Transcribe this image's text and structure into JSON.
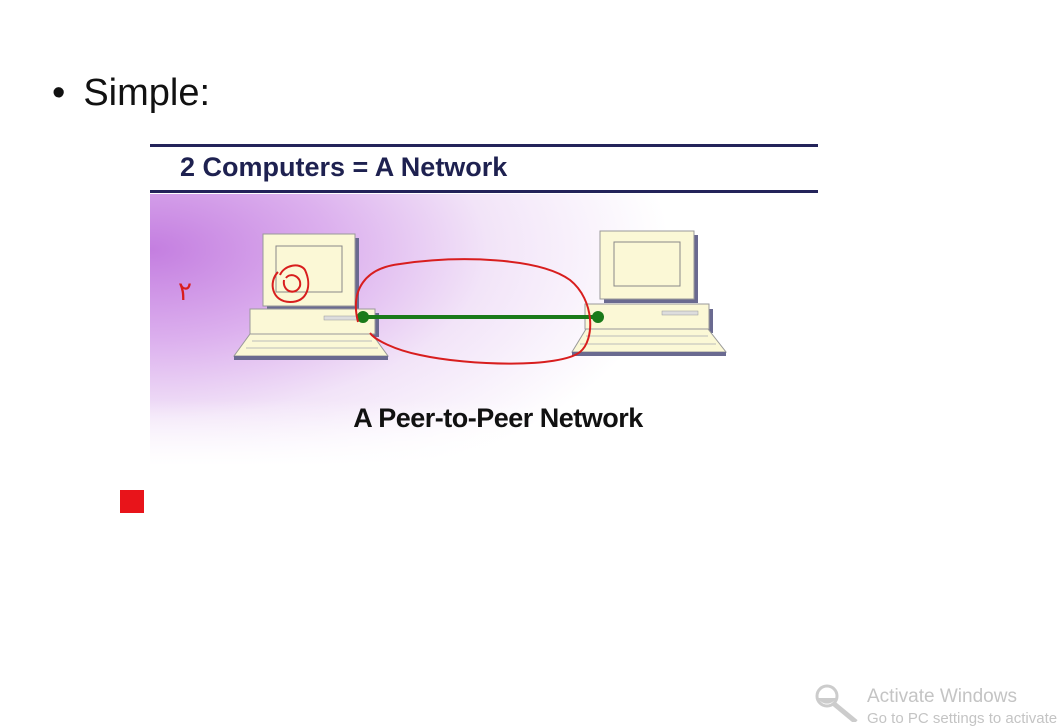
{
  "bullet": {
    "marker": "•",
    "text": "Simple:"
  },
  "slide_image": {
    "title": "2 Computers = A Network",
    "caption": "A Peer-to-Peer Network",
    "link_color": "#1a7a1a",
    "annotation_color": "#d81e1e",
    "annotation_digit": "۲"
  },
  "watermark": {
    "title": "Activate Windows",
    "subtitle": "Go to PC settings to activate"
  },
  "colors": {
    "bullet_square": "#e8141a",
    "header_line": "#23235a"
  }
}
